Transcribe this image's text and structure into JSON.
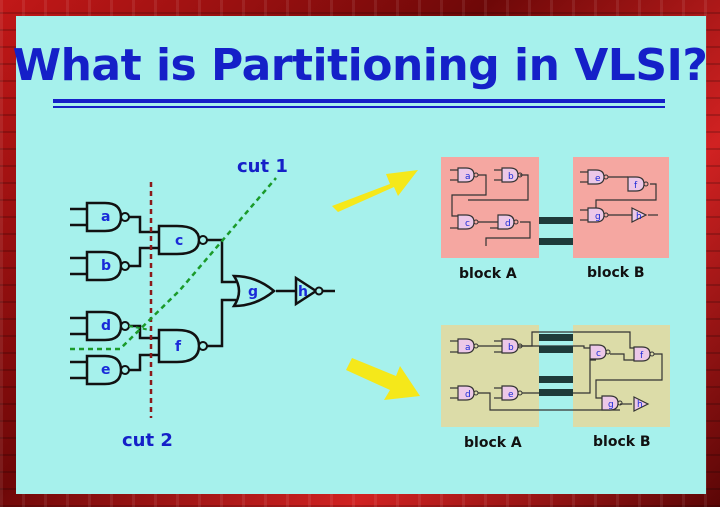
{
  "title": "What is Partitioning in VLSI?",
  "labels": {
    "cut1": "cut 1",
    "cut2": "cut 2"
  },
  "left_circuit": {
    "gates": [
      "a",
      "b",
      "c",
      "d",
      "e",
      "f",
      "g",
      "h"
    ]
  },
  "result_top": {
    "block_a_label": "block A",
    "block_b_label": "block B",
    "block_a_gates": [
      "a",
      "b",
      "c",
      "d"
    ],
    "block_b_gates": [
      "e",
      "f",
      "g",
      "h"
    ]
  },
  "result_bottom": {
    "block_a_label": "block A",
    "block_b_label": "block B",
    "block_a_gates": [
      "a",
      "b",
      "d",
      "e"
    ],
    "block_b_gates": [
      "c",
      "f",
      "g",
      "h"
    ]
  },
  "colors": {
    "panel_bg": "#a6f1ec",
    "title": "#1520c8",
    "cut_line": "#8b1a1a",
    "cut1_line": "#1a9a2a",
    "arrow": "#f5e81a",
    "block_top_bg": "#f5a7a1",
    "block_bottom_bg": "#dcdca8",
    "gate_label": "#1a2ad8"
  }
}
